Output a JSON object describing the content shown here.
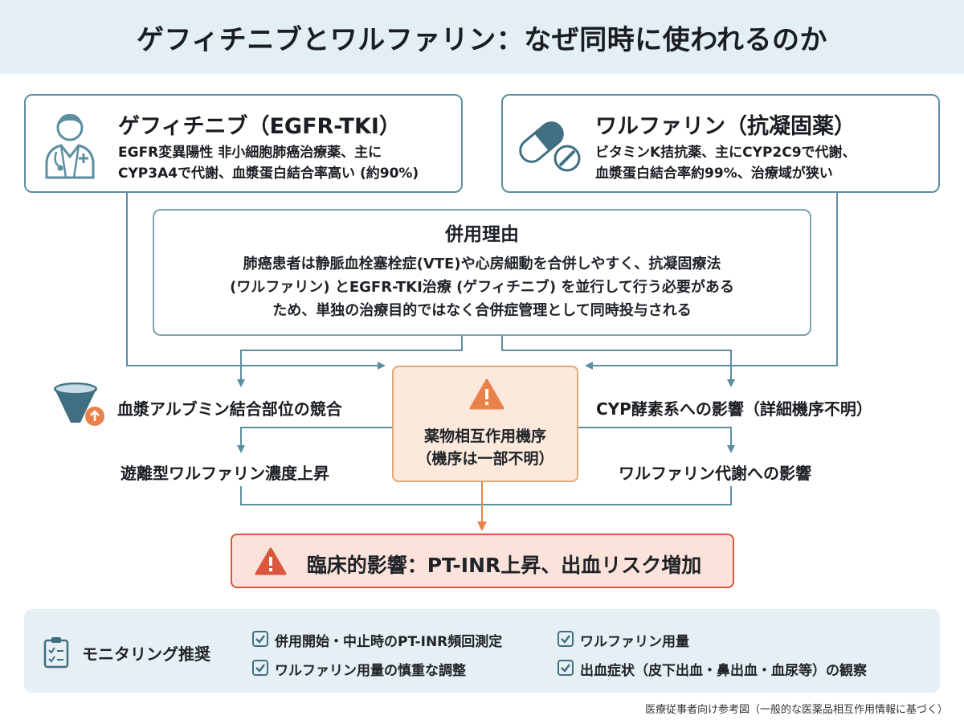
{
  "title": "ゲフィチニブとワルファリン：なぜ同時に使われるのか",
  "gefitinib": {
    "title": "ゲフィチニブ（EGFR-TKI）",
    "desc_line1": "EGFR変異陽性 非小細胞肺癌治療薬、主に",
    "desc_line2": "CYP3A4で代謝、血漿蛋白結合率高い (約90%)",
    "icon": "doctor-icon"
  },
  "warfarin": {
    "title": "ワルファリン（抗凝固薬）",
    "desc_line1": "ビタミンK拮抗薬、主にCYP2C9で代謝、",
    "desc_line2": "血漿蛋白結合率約99%、治療域が狭い",
    "icon": "pill-icon"
  },
  "reason": {
    "title": "併用理由",
    "line1": "肺癌患者は静脈血栓塞栓症(VTE)や心房細動を合併しやすく、抗凝固療法",
    "line2": "(ワルファリン) とEGFR-TKI治療 (ゲフィチニブ) を並行して行う必要がある",
    "line3": "ため、単独の治療目的ではなく合併症管理として同時投与される"
  },
  "left_path": {
    "label1": "血漿アルブミン結合部位の競合",
    "label2": "遊離型ワルファリン濃度上昇",
    "icon": "funnel-up-icon"
  },
  "right_path": {
    "label1": "CYP酵素系への影響（詳細機序不明）",
    "label2": "ワルファリン代謝への影響"
  },
  "mechanism": {
    "line1": "薬物相互作用機序",
    "line2": "（機序は一部不明）"
  },
  "clinical": {
    "text": "臨床的影響：PT-INR上昇、出血リスク増加"
  },
  "monitoring": {
    "title": "モニタリング推奨",
    "items": [
      "併用開始・中止時のPT-INR頻回測定",
      "ワルファリン用量",
      "ワルファリン用量の慎重な調整",
      "出血症状（皮下出血・鼻出血・血尿等）の観察"
    ]
  },
  "footnote": "医療従事者向け参考図（一般的な医薬品相互作用情報に基づく）",
  "colors": {
    "teal": "#5b8fa0",
    "orange": "#e8824a",
    "red": "#d9573c",
    "panel": "#e6f0f4"
  }
}
